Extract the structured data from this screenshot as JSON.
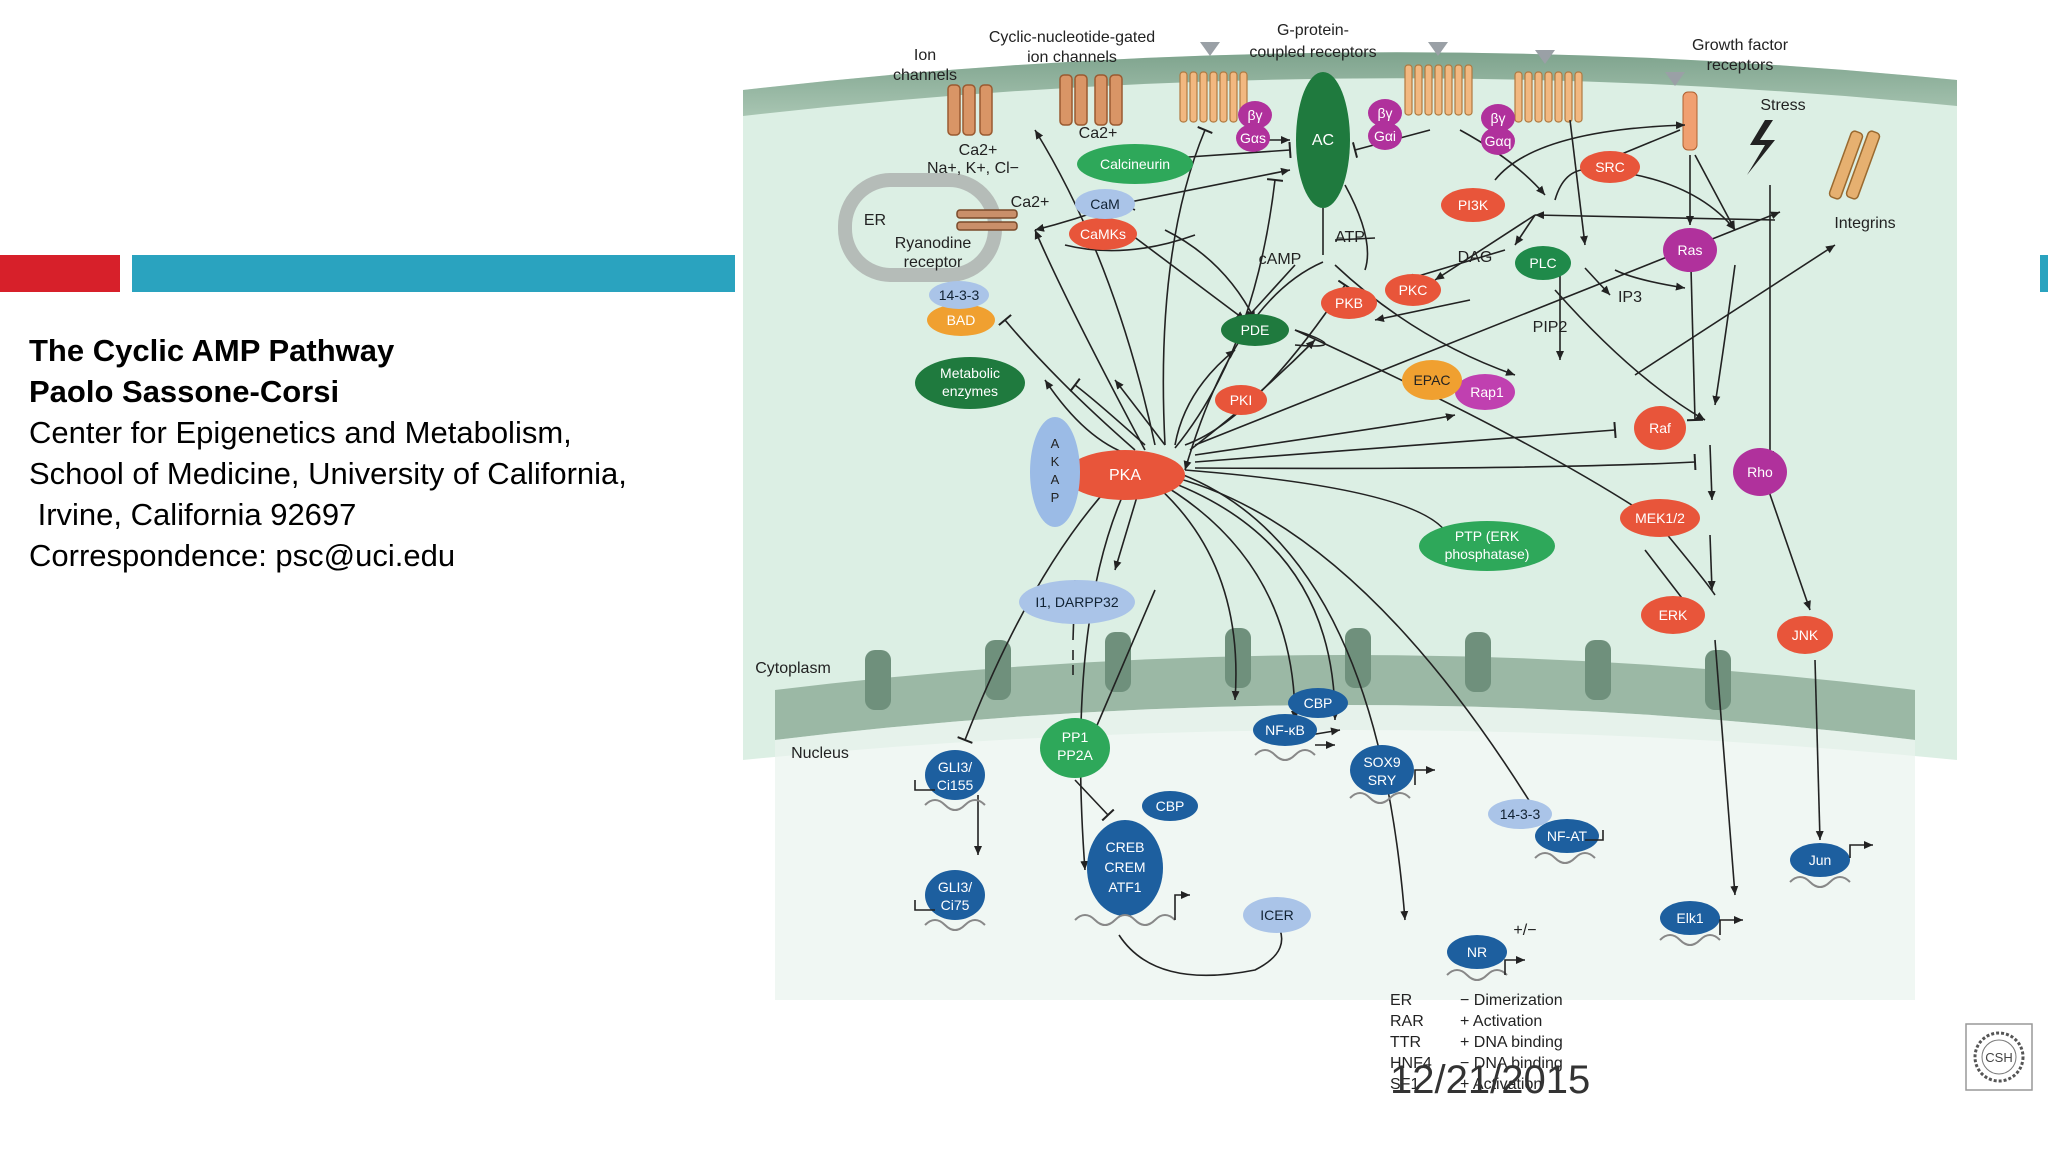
{
  "slide": {
    "title": "The Cyclic AMP Pathway",
    "author": "Paolo Sassone-Corsi",
    "affiliation_line1": "Center for Epigenetics and Metabolism,",
    "affiliation_line2": "School of Medicine, University of California,",
    "affiliation_line3": " Irvine, California 92697",
    "correspondence": "Correspondence: psc@uci.edu",
    "date": "12/21/2015",
    "logo_text": "CSH"
  },
  "colors": {
    "red_bar": "#d7202a",
    "blue_bar": "#2aa3bf",
    "cytoplasm": "#dcefe4",
    "membrane": "#8fb09a",
    "node_red": "#e8553a",
    "node_green": "#1f8a4a",
    "node_blue": "#1d5f9f",
    "node_purple": "#b0319c",
    "node_orange": "#f0a030",
    "node_lightblue": "#aac4e8"
  },
  "diagram": {
    "labels": {
      "ion_channels": [
        "Ion",
        "channels"
      ],
      "cng_channels": [
        "Cyclic-nucleotide-gated",
        "ion channels"
      ],
      "gpcr": [
        "G-protein-",
        "coupled receptors"
      ],
      "growth_factor": [
        "Growth factor",
        "receptors"
      ],
      "stress": "Stress",
      "integrins": "Integrins",
      "ions_1": "Ca2+",
      "ions_2": "Na+, K+, Cl−",
      "ca_2": "Ca2+",
      "ca_3": "Ca2+",
      "er": "ER",
      "ryanodine": [
        "Ryanodine",
        "receptor"
      ],
      "atp": "ATP",
      "camp": "cAMP",
      "dag": "DAG",
      "ip3": "IP3",
      "pip2": "PIP2",
      "akap": [
        "A",
        "K",
        "A",
        "P"
      ],
      "cytoplasm": "Cytoplasm",
      "nucleus": "Nucleus",
      "plusminus": "+/−",
      "legend_left": [
        "ER",
        "RAR",
        "TTR",
        "HNF4",
        "SF1"
      ],
      "legend_right": [
        "− Dimerization",
        "+ Activation",
        "+ DNA binding",
        "− DNA binding",
        "+ Activation"
      ]
    },
    "nodes": {
      "bg1": "βγ",
      "ga1": "Gαs",
      "ac": "AC",
      "bg2": "βγ",
      "ga2": "Gαi",
      "bg3": "βγ",
      "ga3": "Gαq",
      "calcineurin": "Calcineurin",
      "cam": "CaM",
      "camks": "CaMKs",
      "pi3k": "PI3K",
      "src": "SRC",
      "ras": "Ras",
      "plc": "PLC",
      "pkb": "PKB",
      "pkc": "PKC",
      "pde": "PDE",
      "epac": "EPAC",
      "rap1": "Rap1",
      "n1433a": "14-3-3",
      "bad": "BAD",
      "metabolic": [
        "Metabolic",
        "enzymes"
      ],
      "pki": "PKI",
      "pka": "PKA",
      "raf": "Raf",
      "rho": "Rho",
      "mek": "MEK1/2",
      "ptp": [
        "PTP (ERK",
        "phosphatase)"
      ],
      "erk": "ERK",
      "jnk": "JNK",
      "darpp": "I1, DARPP32",
      "cbp1": "CBP",
      "nfkb": "NF-κB",
      "sox9": [
        "SOX9",
        "SRY"
      ],
      "pp1": [
        "PP1",
        "PP2A"
      ],
      "gli155": [
        "GLI3/",
        "Ci155"
      ],
      "gli75": [
        "GLI3/",
        "Ci75"
      ],
      "cbp2": "CBP",
      "creb": [
        "CREB",
        "CREM",
        "ATF1"
      ],
      "icer": "ICER",
      "n1433b": "14-3-3",
      "nfat": "NF-AT",
      "jun": "Jun",
      "elk1": "Elk1",
      "nr": "NR"
    }
  }
}
